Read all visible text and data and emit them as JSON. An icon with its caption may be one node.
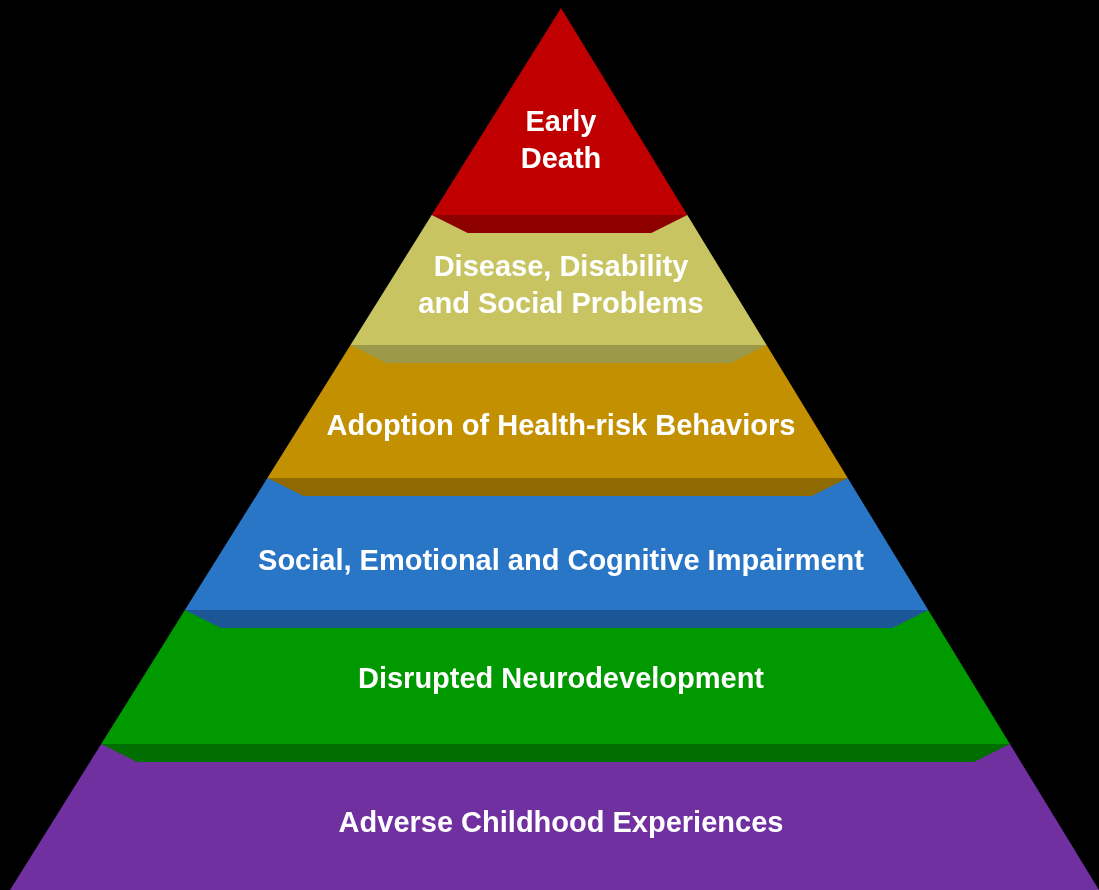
{
  "diagram": {
    "nodes": [
      {
        "text": [
          "Early Death"
        ]
      },
      {
        "text": [
          "Disease, Disability and Social Problems"
        ]
      },
      {
        "text": [
          "Adoption of Health-risk Behaviors"
        ]
      },
      {
        "text": [
          "Social, Emotional and Cognitive Impairment"
        ]
      },
      {
        "text": [
          "Disrupted Neurodevelopment"
        ]
      },
      {
        "text": [
          "Adverse Childhood Experiences"
        ]
      }
    ]
  }
}
